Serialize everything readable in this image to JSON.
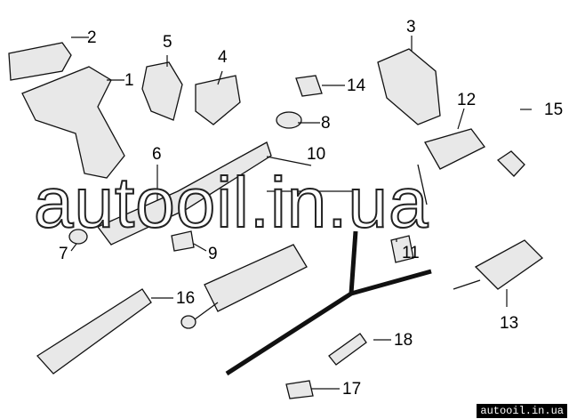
{
  "callouts": [
    "1",
    "2",
    "3",
    "4",
    "5",
    "6",
    "7",
    "8",
    "9",
    "10",
    "11",
    "12",
    "13",
    "14",
    "15",
    "16",
    "17",
    "18"
  ],
  "watermark": "autooil.in.ua",
  "footer_text": "autooil.in.ua"
}
